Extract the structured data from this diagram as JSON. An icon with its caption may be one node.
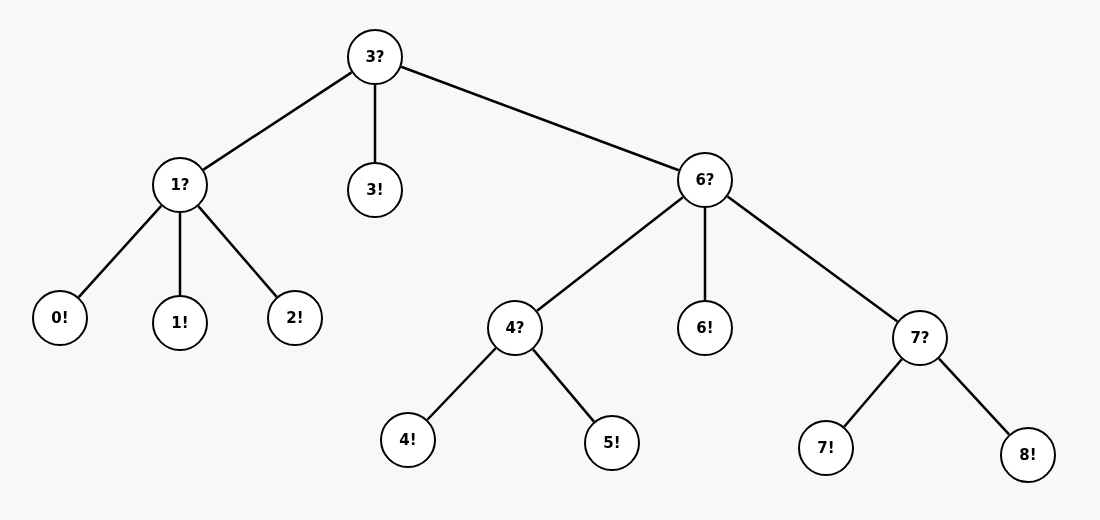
{
  "diagram": {
    "nodes": [
      {
        "text": [
          "3?"
        ]
      },
      {
        "text": [
          "1?"
        ]
      },
      {
        "text": [
          "3!"
        ]
      },
      {
        "text": [
          "6?"
        ]
      },
      {
        "text": [
          "0!"
        ]
      },
      {
        "text": [
          "1!"
        ]
      },
      {
        "text": [
          "2!"
        ]
      },
      {
        "text": [
          "4?"
        ]
      },
      {
        "text": [
          "6!"
        ]
      },
      {
        "text": [
          "7?"
        ]
      },
      {
        "text": [
          "4!"
        ]
      },
      {
        "text": [
          "5!"
        ]
      },
      {
        "text": [
          "7!"
        ]
      },
      {
        "text": [
          "8!"
        ]
      }
    ],
    "edges": [
      {
        "from": 0,
        "to": 1,
        "arrow": "none"
      },
      {
        "from": 0,
        "to": 2,
        "arrow": "none"
      },
      {
        "from": 0,
        "to": 3,
        "arrow": "none"
      },
      {
        "from": 1,
        "to": 4,
        "arrow": "none"
      },
      {
        "from": 1,
        "to": 5,
        "arrow": "none"
      },
      {
        "from": 1,
        "to": 6,
        "arrow": "none"
      },
      {
        "from": 3,
        "to": 7,
        "arrow": "none"
      },
      {
        "from": 3,
        "to": 8,
        "arrow": "none"
      },
      {
        "from": 3,
        "to": 9,
        "arrow": "none"
      },
      {
        "from": 7,
        "to": 10,
        "arrow": "none"
      },
      {
        "from": 7,
        "to": 11,
        "arrow": "none"
      },
      {
        "from": 9,
        "to": 12,
        "arrow": "none"
      },
      {
        "from": 9,
        "to": 13,
        "arrow": "none"
      }
    ]
  }
}
